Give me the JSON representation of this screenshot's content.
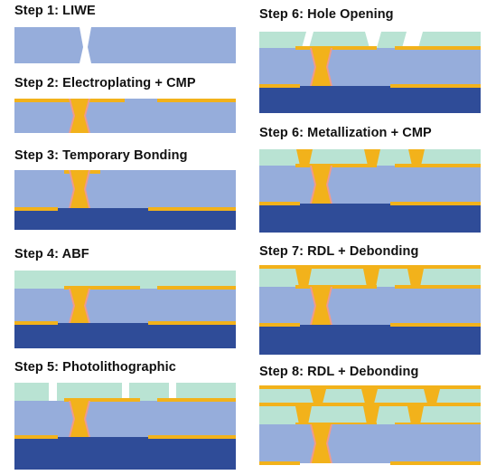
{
  "colors": {
    "silicon": "#96addb",
    "carrier": "#2f4c98",
    "copper": "#f2b21b",
    "dielectric": "#b9e3d3",
    "via_edge": "#ee9b8d",
    "text": "#111111"
  },
  "steps": [
    {
      "title": "Step 1: LIWE",
      "process": "liwe"
    },
    {
      "title": "Step 2: Electroplating + CMP",
      "process": "electroplating-cmp"
    },
    {
      "title": "Step 3: Temporary Bonding",
      "process": "temporary-bonding"
    },
    {
      "title": "Step 4: ABF",
      "process": "abf"
    },
    {
      "title": "Step 5: Photolithographic",
      "process": "photolithographic"
    },
    {
      "title": "Step 6: Hole Opening",
      "process": "hole-opening"
    },
    {
      "title": "Step 6: Metallization + CMP",
      "process": "metallization-cmp"
    },
    {
      "title": "Step 7: RDL + Debonding",
      "process": "rdl-debonding"
    },
    {
      "title": "Step 8: RDL + Debonding",
      "process": "rdl-debonding-2"
    }
  ]
}
